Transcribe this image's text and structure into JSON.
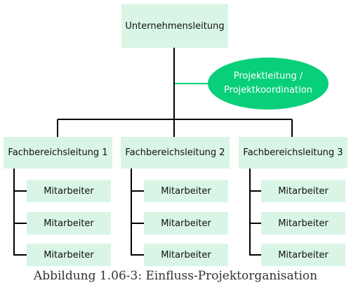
{
  "diagram": {
    "root": "Unternehmensleitung",
    "staff": {
      "line1": "Projektleitung /",
      "line2": "Projektkoordination"
    },
    "departments": [
      {
        "label": "Fachbereichsleitung 1",
        "staff": [
          "Mitarbeiter",
          "Mitarbeiter",
          "Mitarbeiter"
        ]
      },
      {
        "label": "Fachbereichsleitung 2",
        "staff": [
          "Mitarbeiter",
          "Mitarbeiter",
          "Mitarbeiter"
        ]
      },
      {
        "label": "Fachbereichsleitung 3",
        "staff": [
          "Mitarbeiter",
          "Mitarbeiter",
          "Mitarbeiter"
        ]
      }
    ]
  },
  "caption": "Abbildung 1.06-3: Einfluss-Projektorganisation",
  "colors": {
    "box_fill": "#d9f5e6",
    "ellipse_fill": "#08cf7a",
    "line": "#000000",
    "staff_line": "#08cf7a"
  }
}
